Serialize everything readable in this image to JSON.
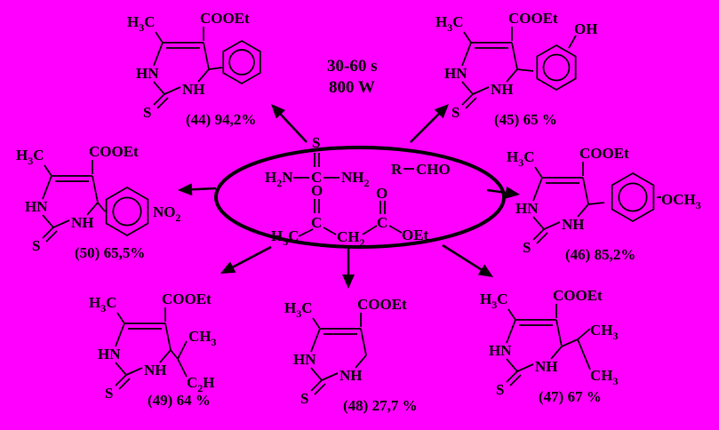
{
  "colors": {
    "background": "#ff00ff",
    "ink": "#000000"
  },
  "conditions": {
    "time": "30-60 s",
    "power": "800 W"
  },
  "reactants": {
    "thiourea": {
      "s": "S",
      "h2n": "H2N",
      "c": "C",
      "nh2": "NH2"
    },
    "aldehyde": {
      "r": "R",
      "cho": "CHO"
    },
    "acetoacetate": {
      "o1": "O",
      "o2": "O",
      "c1": "C",
      "c2": "C",
      "h3c": "H3C",
      "ch2": "CH2",
      "oet": "OEt"
    }
  },
  "products": [
    {
      "id": "44",
      "caption": "(44) 94,2%",
      "substituent": "phenyl"
    },
    {
      "id": "45",
      "caption": "(45) 65 %",
      "substituent": "3-hydroxyphenyl",
      "sub_label": "OH"
    },
    {
      "id": "46",
      "caption": "(46) 85,2%",
      "substituent": "4-methoxyphenyl",
      "sub_label": "OCH3"
    },
    {
      "id": "47",
      "caption": "(47) 67 %",
      "substituent": "isopropyl",
      "sub_labels": [
        "CH3",
        "CH3"
      ]
    },
    {
      "id": "48",
      "caption": "(48) 27,7 %",
      "substituent": "H"
    },
    {
      "id": "49",
      "caption": "(49) 64 %",
      "substituent": "sec-butyl",
      "sub_labels": [
        "CH3",
        "C2H5"
      ]
    },
    {
      "id": "50",
      "caption": "(50) 65,5%",
      "substituent": "4-nitrophenyl",
      "sub_label": "NO2"
    }
  ],
  "ring_labels": {
    "h3c": "H3C",
    "cooet": "COOEt",
    "hn": "HN",
    "nh": "NH",
    "s": "S"
  }
}
